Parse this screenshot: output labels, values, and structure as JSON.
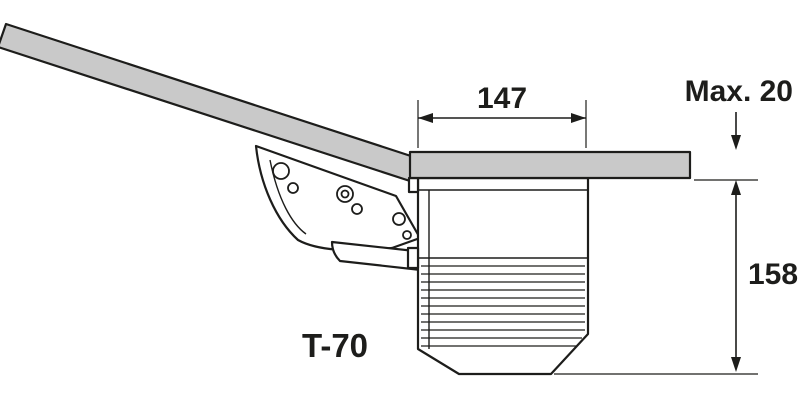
{
  "diagram": {
    "product_label": "T-70",
    "dim_width": "147",
    "dim_max_thickness": "Max. 20",
    "dim_height": "158"
  },
  "colors": {
    "line": "#1d1d1b",
    "panel_fill": "#c9c9c9",
    "background": "#ffffff"
  }
}
